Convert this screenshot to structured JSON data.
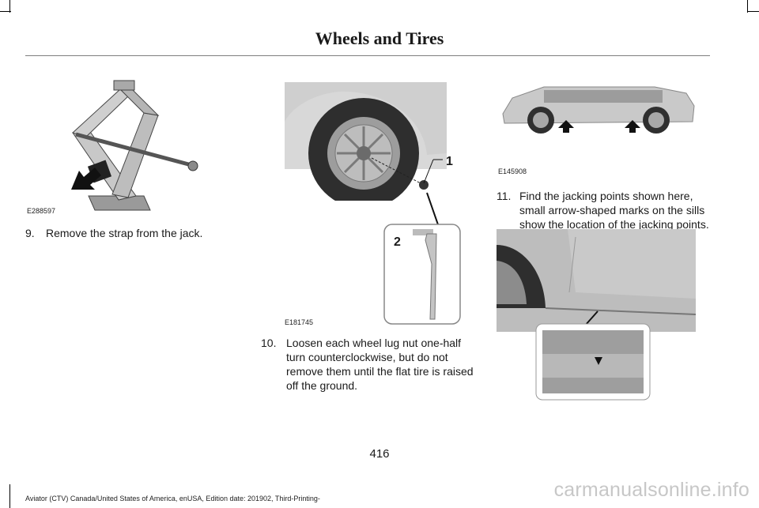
{
  "header": {
    "title": "Wheels and Tires"
  },
  "figures": {
    "jack": {
      "code": "E288597"
    },
    "wheel": {
      "code": "E181745",
      "callout_1": "1",
      "callout_2": "2"
    },
    "car_side": {
      "code": "E145908"
    },
    "sill": {}
  },
  "steps": [
    {
      "number": "9.",
      "text": "Remove the strap from the jack."
    },
    {
      "number": "10.",
      "text": "Loosen each wheel lug nut one-half turn counterclockwise, but do not remove them until the flat tire is raised off the ground."
    },
    {
      "number": "11.",
      "text": "Find the jacking points shown here, small arrow-shaped marks on the sills show the location of the jacking points."
    }
  ],
  "page_number": "416",
  "footer": "Aviator (CTV) Canada/United States of America, enUSA, Edition date: 201902, Third-Printing-",
  "watermark": "carmanualsonline.info",
  "colors": {
    "figure_gray": "#c9c9c9",
    "dark": "#3b3b3b",
    "watermark": "#c7c7c7"
  }
}
